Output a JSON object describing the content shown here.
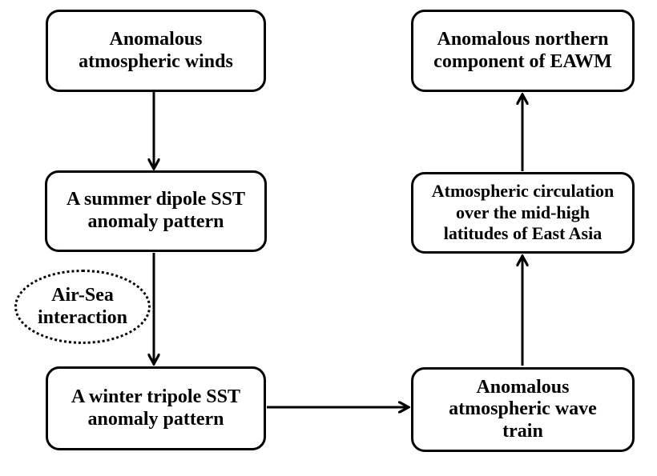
{
  "title": "EAWM mechanism flowchart",
  "colors": {
    "line": "#000000",
    "text": "#000000",
    "background": "#ffffff"
  },
  "nodes": {
    "anomalous_winds": {
      "label": "Anomalous\natmospheric winds",
      "shape": "rounded-rect"
    },
    "summer_dipole": {
      "label": "A summer dipole SST\nanomaly pattern",
      "shape": "rounded-rect"
    },
    "winter_tripole": {
      "label": "A winter tripole SST\nanomaly pattern",
      "shape": "rounded-rect"
    },
    "eawm": {
      "label": "Anomalous northern\ncomponent of EAWM",
      "shape": "rounded-rect"
    },
    "circulation": {
      "label": "Atmospheric circulation\nover the mid-high\nlatitudes of East Asia",
      "shape": "rounded-rect"
    },
    "wave_train": {
      "label": "Anomalous\natmospheric wave\ntrain",
      "shape": "rounded-rect"
    },
    "air_sea": {
      "label": "Air-Sea\ninteraction",
      "shape": "dotted-ellipse"
    }
  },
  "edges": [
    {
      "from": "anomalous_winds",
      "to": "summer_dipole",
      "direction": "down"
    },
    {
      "from": "summer_dipole",
      "to": "winter_tripole",
      "direction": "down"
    },
    {
      "from": "winter_tripole",
      "to": "wave_train",
      "direction": "right"
    },
    {
      "from": "wave_train",
      "to": "circulation",
      "direction": "up"
    },
    {
      "from": "circulation",
      "to": "eawm",
      "direction": "up"
    }
  ]
}
